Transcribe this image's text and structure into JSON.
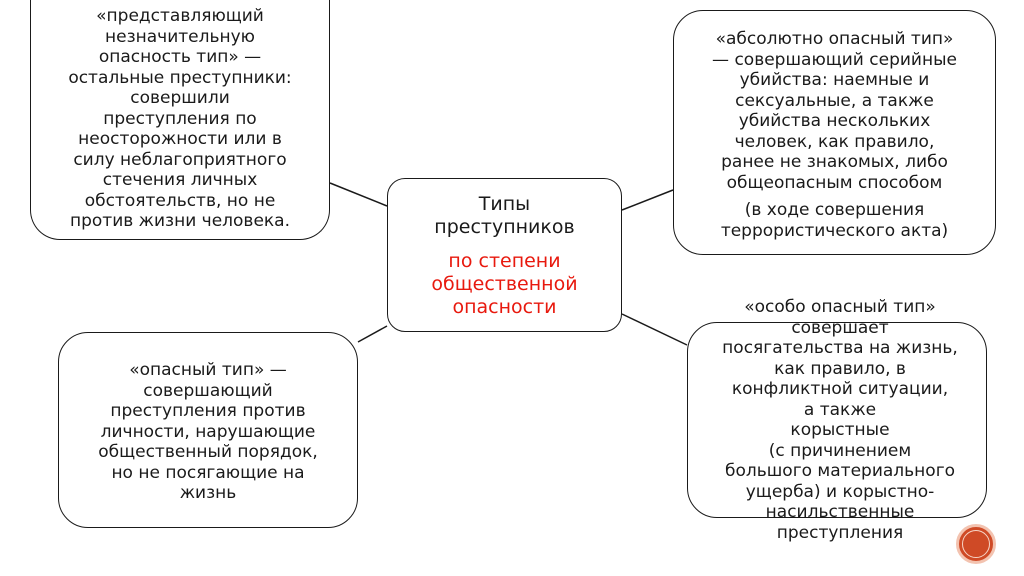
{
  "diagram": {
    "center": {
      "title": "Типы\nпреступников",
      "subtitle": "по степени\nобщественной\nопасности"
    },
    "nodes": {
      "top_left": {
        "text": "«представляющий\nнезначительную\nопасность тип» —\nостальные преступники:\nсовершили\nпреступления по\nнеосторожности или в\nсилу неблагоприятного\nстечения личных\nобстоятельств, но не\nпротив жизни человека."
      },
      "top_right": {
        "text": "«абсолютно опасный тип»\n— совершающий серийные\nубийства: наемные и\nсексуальные, а также\nубийства нескольких\nчеловек, как правило,\nранее не знакомых, либо\nобщеопасным способом",
        "note": "(в ходе совершения\nтеррористического акта)"
      },
      "bottom_left": {
        "text": "«опасный тип» —\nсовершающий\nпреступления против\nличности, нарушающие\nобщественный порядок,\nно не посягающие на\nжизнь"
      },
      "bottom_right": {
        "text": "«особо опасный тип»\nсовершает\nпосягательства на жизнь,\nкак правило, в\nконфликтной ситуации,\nа также\nкорыстные\n(с причинением\nбольшого материального\nущерба) и корыстно-\nнасильственные\nпреступления"
      }
    },
    "colors": {
      "accent": "#e8190e",
      "line": "#1a1a1a",
      "badge": "#cf4a26"
    }
  },
  "decor": {
    "badge_icon": "circle-badge-icon"
  }
}
